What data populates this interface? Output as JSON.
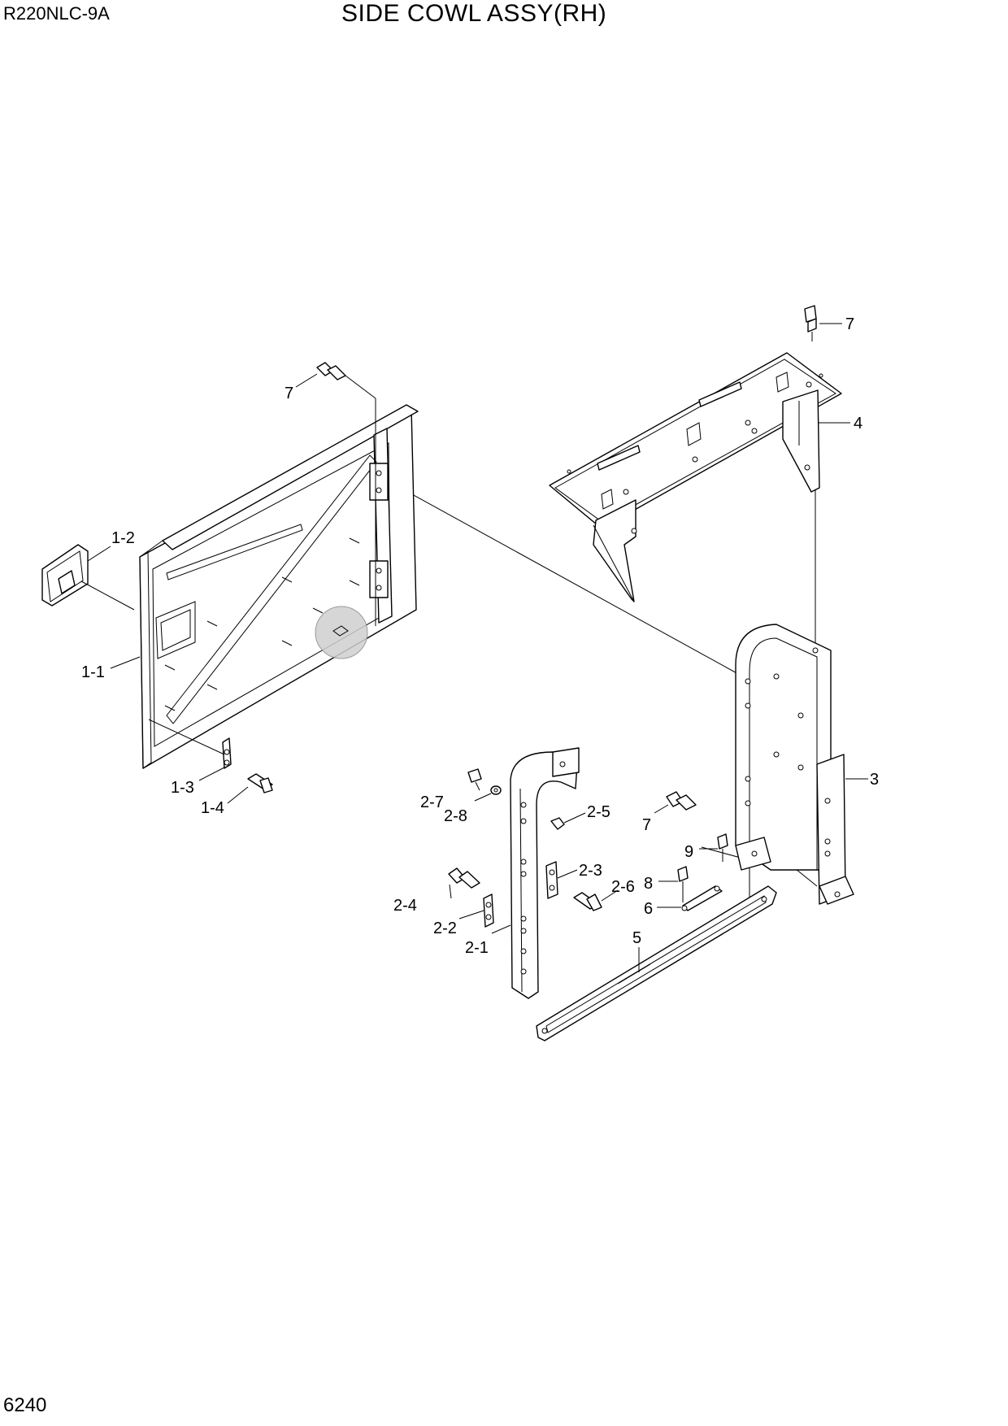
{
  "header": {
    "model": "R220NLC-9A",
    "title": "SIDE COWL ASSY(RH)"
  },
  "footer": {
    "page_number": "6240"
  },
  "callouts": [
    {
      "id": "c7a",
      "text": "7"
    },
    {
      "id": "c4",
      "text": "4"
    },
    {
      "id": "c7b",
      "text": "7"
    },
    {
      "id": "c1-2",
      "text": "1-2"
    },
    {
      "id": "c1-1",
      "text": "1-1"
    },
    {
      "id": "c3",
      "text": "3"
    },
    {
      "id": "c1-3",
      "text": "1-3"
    },
    {
      "id": "c1-4",
      "text": "1-4"
    },
    {
      "id": "c2-7",
      "text": "2-7"
    },
    {
      "id": "c2-8",
      "text": "2-8"
    },
    {
      "id": "c2-5",
      "text": "2-5"
    },
    {
      "id": "c7c",
      "text": "7"
    },
    {
      "id": "c9",
      "text": "9"
    },
    {
      "id": "c2-3",
      "text": "2-3"
    },
    {
      "id": "c2-6",
      "text": "2-6"
    },
    {
      "id": "c8",
      "text": "8"
    },
    {
      "id": "c6",
      "text": "6"
    },
    {
      "id": "c2-4",
      "text": "2-4"
    },
    {
      "id": "c2-2",
      "text": "2-2"
    },
    {
      "id": "c5",
      "text": "5"
    },
    {
      "id": "c2-1",
      "text": "2-1"
    }
  ]
}
